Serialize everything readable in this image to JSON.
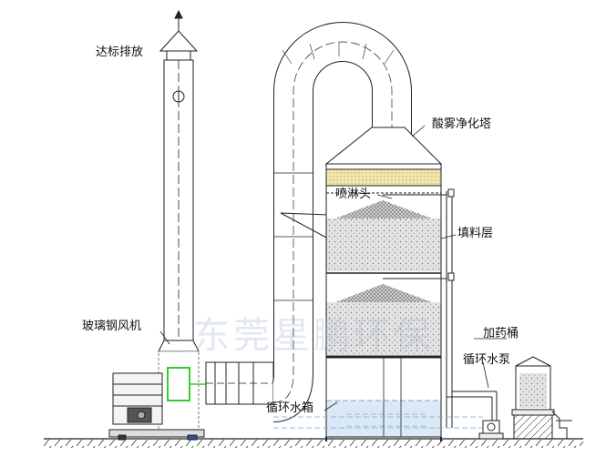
{
  "diagram": {
    "labels": {
      "exhaust": "达标排放",
      "tower": "酸雾净化塔",
      "spray_head": "喷淋头",
      "packing_layer": "填料层",
      "fan": "玻璃钢风机",
      "dosing_bucket": "加药桶",
      "circulation_pump": "循环水泵",
      "circulation_tank": "循环水箱"
    },
    "watermark": "东莞星鹏环保",
    "colors": {
      "line": "#222222",
      "packing": "#dcdcdc",
      "mist_eliminator": "#f2e6b0",
      "water": "#bcd4ec",
      "fan_highlight": "#33cc33"
    }
  }
}
